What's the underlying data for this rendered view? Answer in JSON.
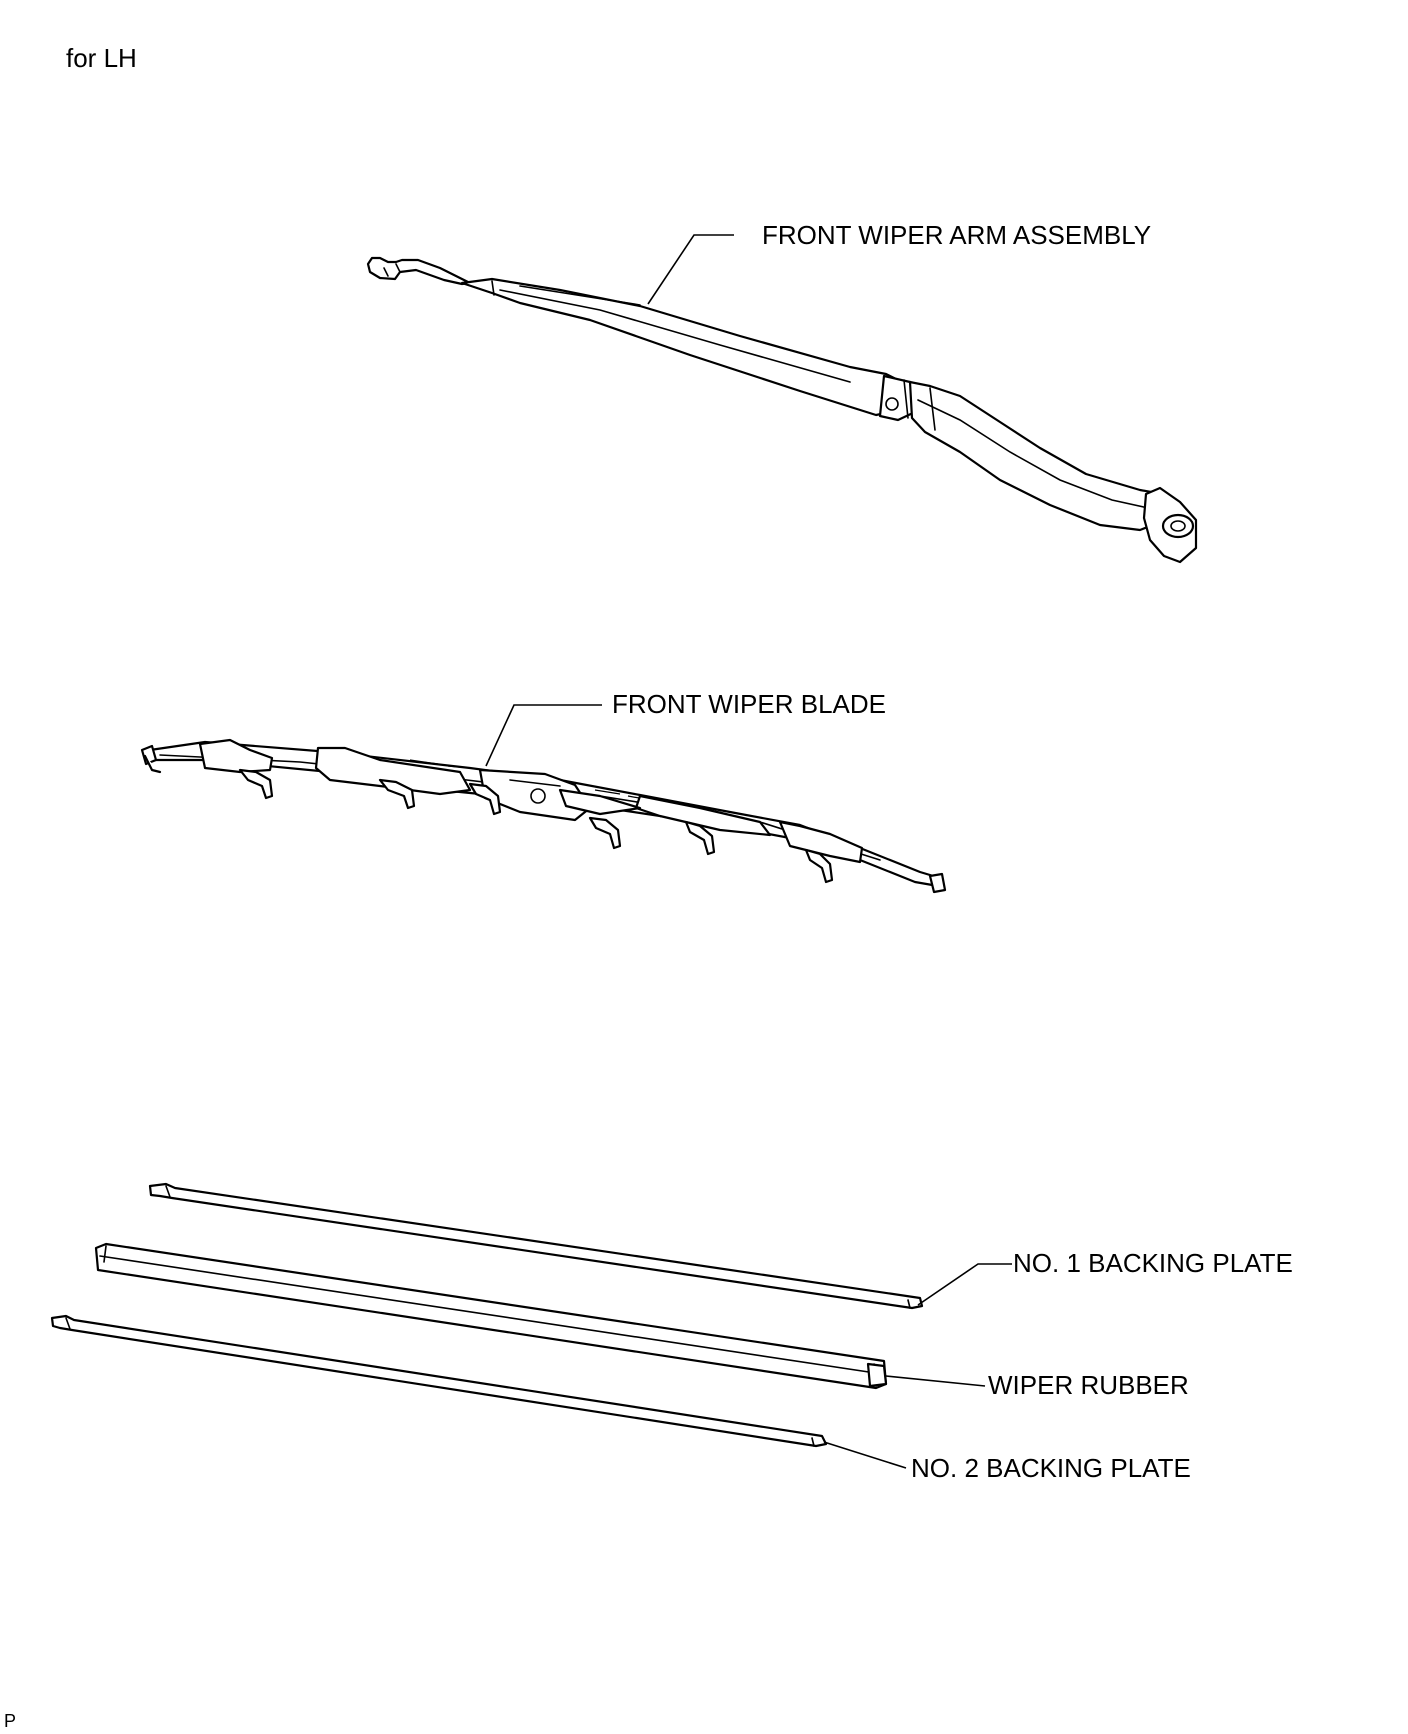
{
  "diagram": {
    "header_label": "for LH",
    "footer_code": "P",
    "parts": [
      {
        "id": "arm",
        "label": "FRONT WIPER ARM ASSEMBLY",
        "icon": "wiper-arm-drawing"
      },
      {
        "id": "blade",
        "label": "FRONT WIPER BLADE",
        "icon": "wiper-blade-drawing"
      },
      {
        "id": "plate1",
        "label": "NO. 1 BACKING PLATE",
        "icon": "backing-plate-drawing"
      },
      {
        "id": "rubber",
        "label": "WIPER RUBBER",
        "icon": "wiper-rubber-drawing"
      },
      {
        "id": "plate2",
        "label": "NO. 2 BACKING PLATE",
        "icon": "backing-plate-drawing"
      }
    ],
    "colors": {
      "line": "#000000",
      "background": "#ffffff"
    }
  }
}
